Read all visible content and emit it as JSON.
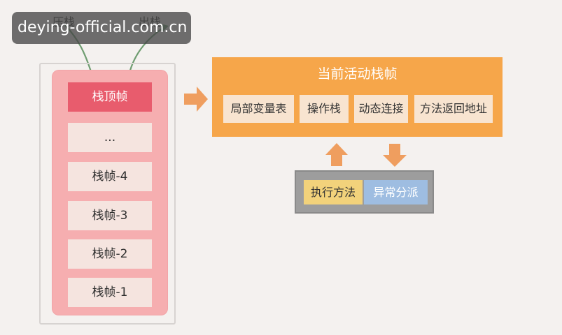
{
  "watermark": {
    "text": "deying-official.com.cn"
  },
  "stack_flow": {
    "push_label": "压栈",
    "pop_label": "出栈"
  },
  "stack": {
    "top_frame": "栈顶帧",
    "items": [
      "...",
      "栈帧-4",
      "栈帧-3",
      "栈帧-2",
      "栈帧-1"
    ]
  },
  "active_frame": {
    "title": "当前活动栈帧",
    "components": [
      "局部变量表",
      "操作栈",
      "动态连接",
      "方法返回地址"
    ]
  },
  "methods": {
    "items": [
      "执行方法",
      "异常分派"
    ]
  },
  "colors": {
    "stack_panel": "#f6aeb0",
    "stack_item": "#f5e4df",
    "stack_top": "#e85c6d",
    "active_panel": "#f6a64a",
    "component": "#f8e4d0",
    "exec_method": "#f2d27b",
    "exception_dispatch": "#9ebde1",
    "arrow": "#ef9e5f",
    "green_arrow": "#6f9d71",
    "gray_box": "#9d9d9d"
  }
}
